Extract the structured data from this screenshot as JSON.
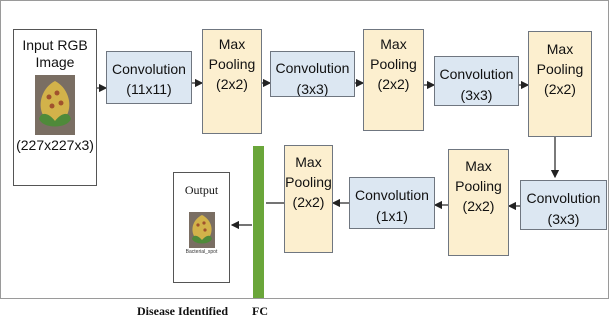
{
  "input": {
    "title_line1": "Input RGB",
    "title_line2": "Image",
    "size": "(227x227x3)"
  },
  "row1": [
    {
      "type": "conv",
      "label": "Convolution",
      "sub": "(11x11)"
    },
    {
      "type": "pool",
      "label1": "Max",
      "label2": "Pooling",
      "sub": "(2x2)"
    },
    {
      "type": "conv",
      "label": "Convolution",
      "sub": "(3x3)"
    },
    {
      "type": "pool",
      "label1": "Max",
      "label2": "Pooling",
      "sub": "(2x2)"
    },
    {
      "type": "conv",
      "label": "Convolution",
      "sub": "(3x3)"
    },
    {
      "type": "pool",
      "label1": "Max",
      "label2": "Pooling",
      "sub": "(2x2)"
    }
  ],
  "row2": [
    {
      "type": "conv",
      "label": "Convolution",
      "sub": "(3x3)"
    },
    {
      "type": "pool",
      "label1": "Max",
      "label2": "Pooling",
      "sub": "(2x2)"
    },
    {
      "type": "conv",
      "label": "Convolution",
      "sub": "(1x1)"
    },
    {
      "type": "pool",
      "label1": "Max",
      "label2": "Pooling",
      "sub": "(2x2)"
    }
  ],
  "output": {
    "title": "Output",
    "image_caption": "Bacterial_spot"
  },
  "captions": {
    "disease": "Disease Identified",
    "fc": "FC"
  },
  "colors": {
    "conv_fill": "#dce7f2",
    "pool_fill": "#fcefcf",
    "fc_bar": "#6aa63a"
  }
}
